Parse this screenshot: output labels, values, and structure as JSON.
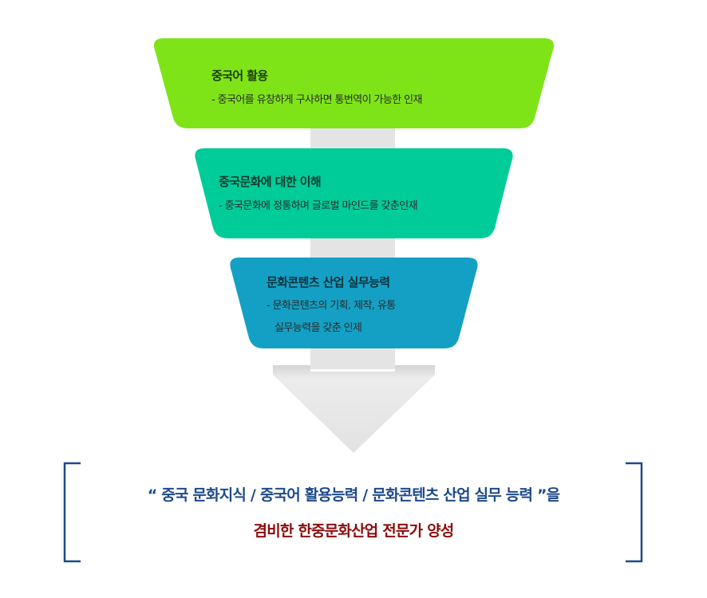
{
  "stages": [
    {
      "title": "중국어 활용",
      "desc": "- 중국어를 유창하게 구사하면 통번역이 가능한 인재",
      "color": "#7ee418"
    },
    {
      "title": "중국문화에 대한 이해",
      "desc": "- 중국문화에 정통하며 글로벌 마인드를 갖춘인재",
      "color": "#00cc9a"
    },
    {
      "title": "문화콘텐츠 산업 실무능력",
      "desc_line1": "- 문화콘텐츠의 기획, 제작, 유통",
      "desc_line2": "실무능력을 갖춘 인제",
      "color": "#14a0c4"
    }
  ],
  "result": {
    "line1": "“ 중국 문화지식 / 중국어 활용능력 / 문화콘텐츠 산업 실무 능력 ”을",
    "line2": "겸비한 한중문화산업 전문가 양성",
    "line1_color": "#1d4a8a",
    "line2_color": "#8b0c0c",
    "bracket_color": "#1d4a8a"
  }
}
